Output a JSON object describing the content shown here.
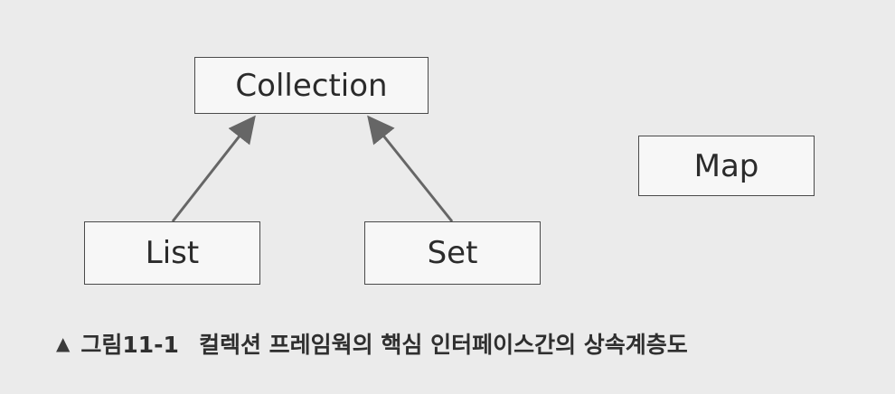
{
  "diagram": {
    "nodes": {
      "collection": "Collection",
      "list": "List",
      "set": "Set",
      "map": "Map"
    },
    "edges": [
      {
        "from": "list",
        "to": "collection",
        "type": "inheritance-arrow"
      },
      {
        "from": "set",
        "to": "collection",
        "type": "inheritance-arrow"
      }
    ],
    "colors": {
      "background": "#ebebeb",
      "box_border": "#4a4a4a",
      "arrow": "#666666"
    }
  },
  "caption": {
    "marker_icon": "triangle-up-icon",
    "figure_number": "그림11-1",
    "text": "컬렉션 프레임웍의 핵심 인터페이스간의 상속계층도"
  }
}
